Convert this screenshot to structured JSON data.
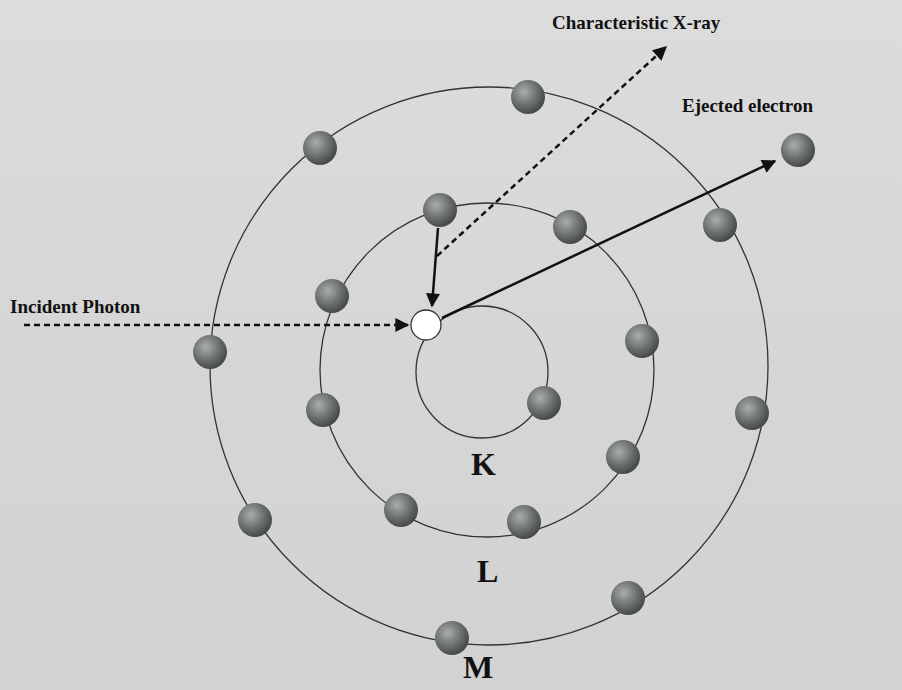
{
  "diagram": {
    "labels": [
      "Characteristic X-ray",
      "Ejected electron",
      "Incident Photon",
      "K",
      "L",
      "M"
    ]
  }
}
